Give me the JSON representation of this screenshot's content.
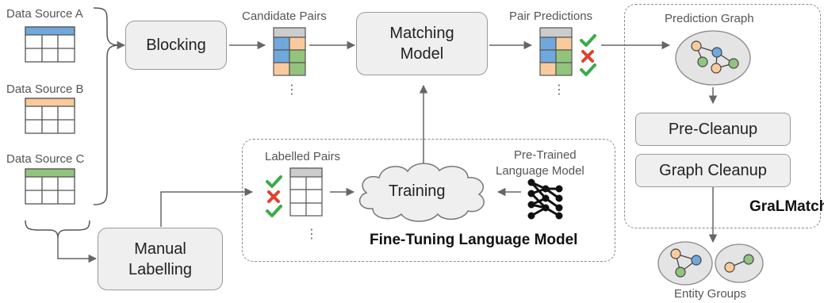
{
  "sources": {
    "a": "Data Source A",
    "b": "Data Source B",
    "c": "Data Source C"
  },
  "nodes": {
    "blocking": "Blocking",
    "matching_line1": "Matching",
    "matching_line2": "Model",
    "manual_line1": "Manual",
    "manual_line2": "Labelling",
    "training": "Training",
    "pre_cleanup": "Pre-Cleanup",
    "graph_cleanup": "Graph Cleanup"
  },
  "labels": {
    "candidate_pairs": "Candidate Pairs",
    "pair_predictions": "Pair Predictions",
    "prediction_graph": "Prediction Graph",
    "labelled_pairs": "Labelled Pairs",
    "plm_line1": "Pre-Trained",
    "plm_line2": "Language Model",
    "entity_groups": "Entity Groups",
    "ellipsis": "⋮"
  },
  "groups": {
    "fine_tuning": "Fine-Tuning Language Model",
    "gralmatch": "GraLMatch"
  },
  "colors": {
    "blue": "#6fa8dc",
    "orange": "#f9cb9c",
    "green": "#93c47d",
    "grey_header": "#cccccc",
    "check": "#3bab4a",
    "cross": "#e0422f",
    "node_orange": "#f9cb9c",
    "node_blue": "#6fa8dc",
    "node_green": "#93c47d"
  }
}
